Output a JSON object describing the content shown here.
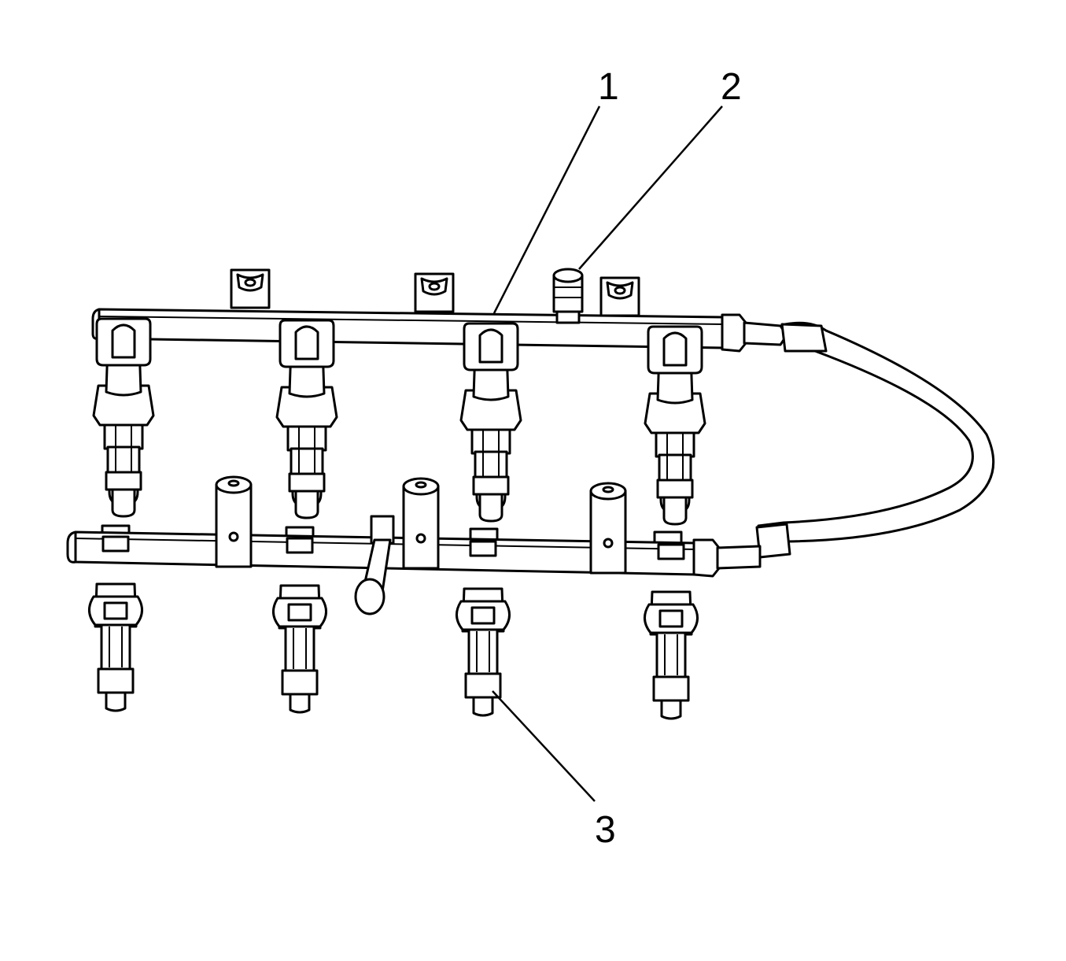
{
  "diagram": {
    "callouts": [
      {
        "id": "1",
        "label": "1"
      },
      {
        "id": "2",
        "label": "2"
      },
      {
        "id": "3",
        "label": "3"
      }
    ]
  }
}
